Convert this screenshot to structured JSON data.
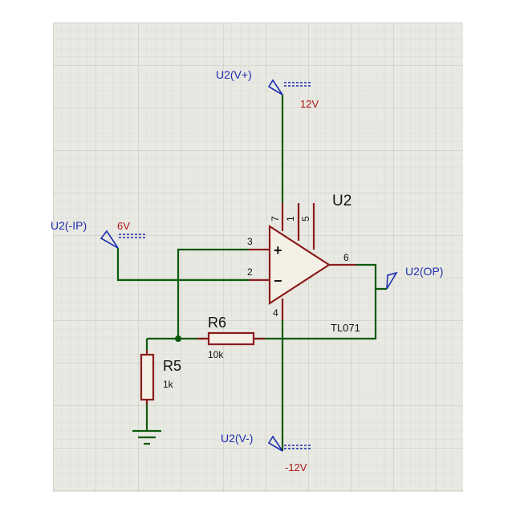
{
  "schematic": {
    "opamp": {
      "ref": "U2",
      "part": "TL071",
      "pin_plus": "+",
      "pin_minus": "−",
      "pins": {
        "p1": "1",
        "p2": "2",
        "p3": "3",
        "p4": "4",
        "p5": "5",
        "p6": "6",
        "p7": "7"
      }
    },
    "r6": {
      "ref": "R6",
      "value": "10k"
    },
    "r5": {
      "ref": "R5",
      "value": "1k"
    },
    "probes": {
      "vplus": {
        "label": "U2(V+)",
        "value": "12V"
      },
      "vminus": {
        "label": "U2(V-)",
        "value": "-12V"
      },
      "input": {
        "label": "U2(-IP)",
        "value": "6V"
      },
      "output": {
        "label": "U2(OP)"
      }
    }
  },
  "colors": {
    "wire": "#0a5a0a",
    "component": "#8a1c1c",
    "probe": "#1d2fb0",
    "value": "#b01515",
    "grid_minor": "#d8d8d2",
    "grid_major": "#c4c4bc",
    "background": "#e9e9e3"
  }
}
